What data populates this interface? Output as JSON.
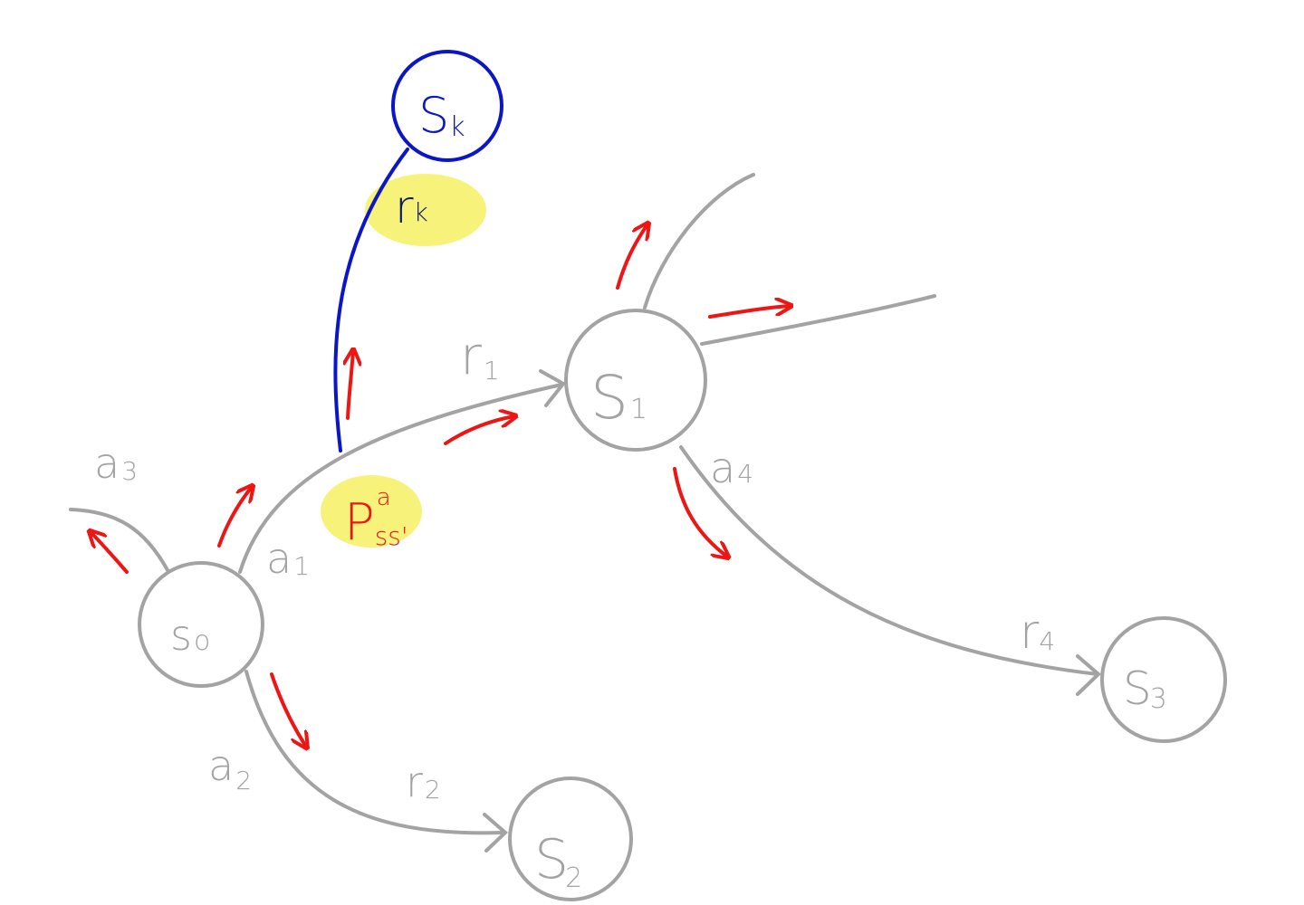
{
  "colors": {
    "gray": "#a3a3a3",
    "blue": "#0a16c8",
    "navy": "#101a66",
    "red": "#ee1515",
    "highlight": "#f7f37a"
  },
  "nodes": {
    "s0": {
      "main": "s",
      "sub": "o"
    },
    "s1": {
      "main": "S",
      "sub": "1"
    },
    "s2": {
      "main": "S",
      "sub": "2"
    },
    "s3": {
      "main": "S",
      "sub": "3"
    },
    "sk": {
      "main": "S",
      "sub": "k"
    }
  },
  "actions": {
    "a1": {
      "main": "a",
      "sub": "1"
    },
    "a2": {
      "main": "a",
      "sub": "2"
    },
    "a3": {
      "main": "a",
      "sub": "3"
    },
    "a4": {
      "main": "a",
      "sub": "4"
    }
  },
  "rewards": {
    "r1": {
      "main": "r",
      "sub": "1"
    },
    "r2": {
      "main": "r",
      "sub": "2"
    },
    "r4": {
      "main": "r",
      "sub": "4"
    },
    "rk": {
      "main": "r",
      "sub": "k"
    }
  },
  "transition_prob": {
    "main": "P",
    "sup": "a",
    "sub": "ss'"
  }
}
